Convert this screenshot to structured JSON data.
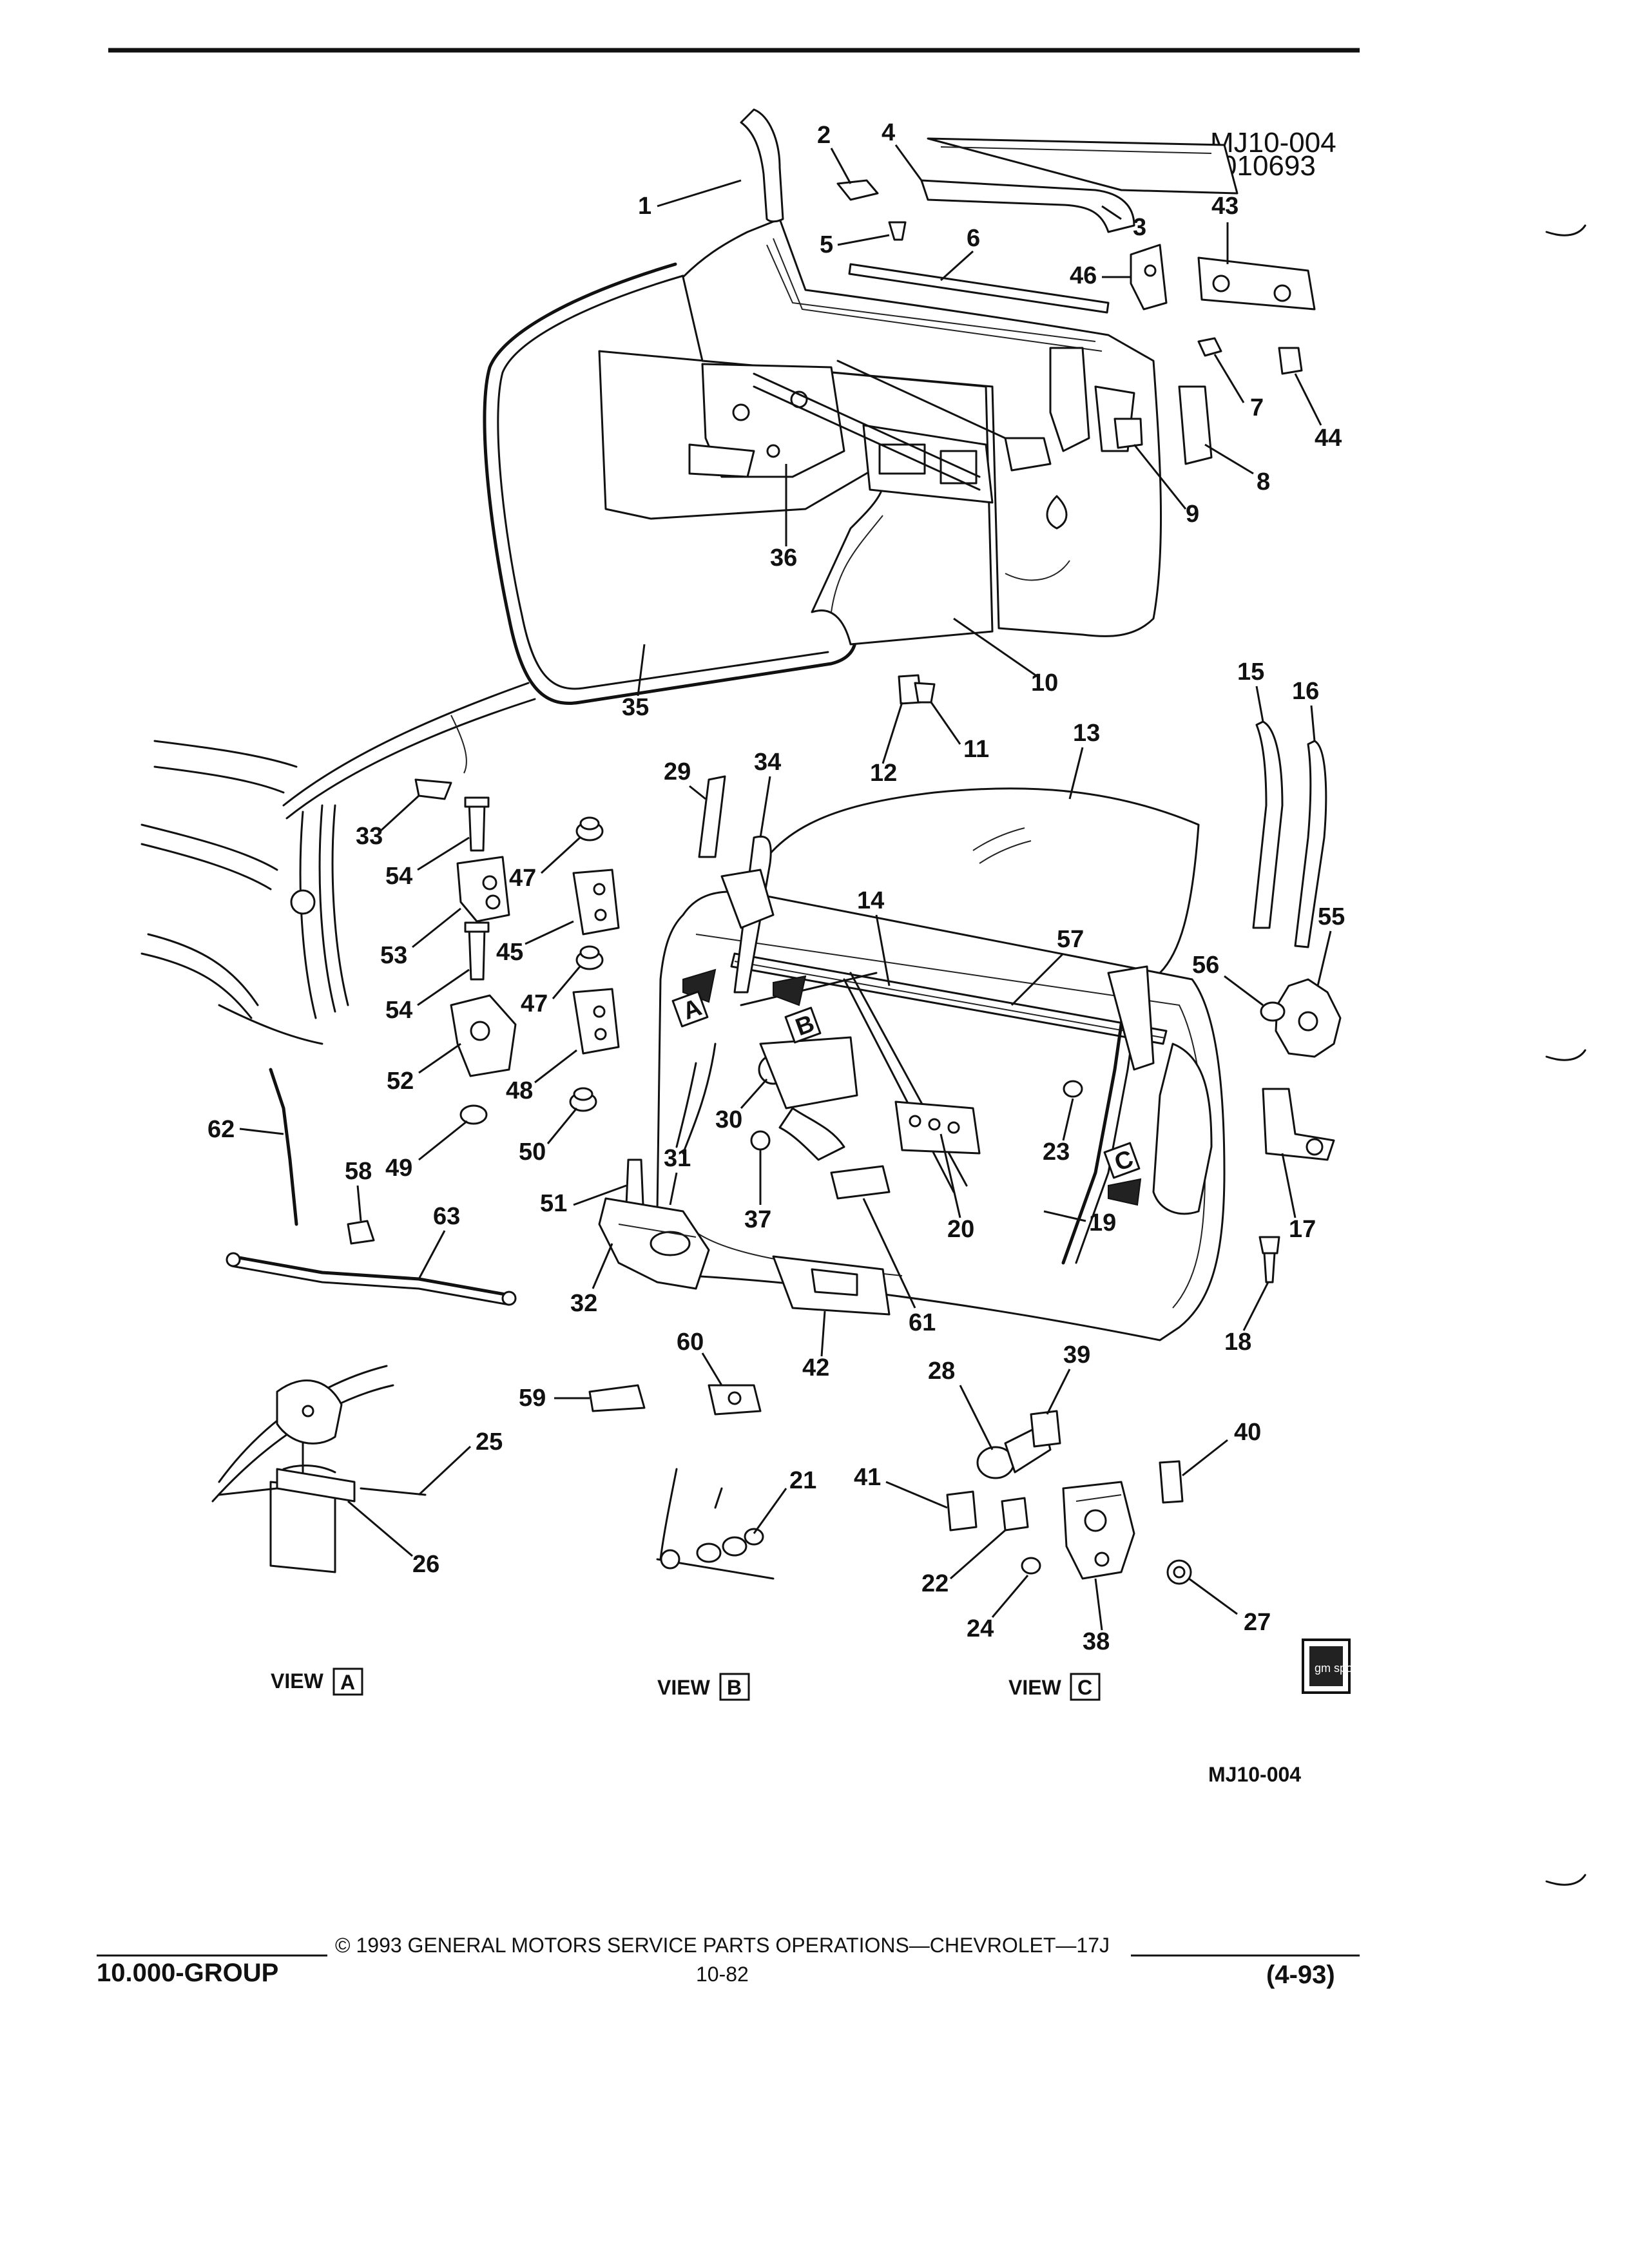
{
  "diagram_id": "MJ10-004",
  "diagram_date": "010693",
  "bottom_id": "MJ10-004",
  "views": [
    {
      "letter": "A",
      "label": "VIEW"
    },
    {
      "letter": "B",
      "label": "VIEW"
    },
    {
      "letter": "C",
      "label": "VIEW"
    }
  ],
  "footer": {
    "group": "10.000-GROUP",
    "copyright": "© 1993 GENERAL MOTORS SERVICE PARTS OPERATIONS—CHEVROLET—17J",
    "page": "10-82",
    "date": "(4-93)"
  },
  "logo_text": "gm spo",
  "callouts": [
    "1",
    "2",
    "3",
    "4",
    "5",
    "6",
    "7",
    "8",
    "9",
    "10",
    "11",
    "12",
    "13",
    "14",
    "15",
    "16",
    "17",
    "18",
    "19",
    "20",
    "21",
    "22",
    "23",
    "24",
    "25",
    "26",
    "27",
    "28",
    "29",
    "30",
    "31",
    "32",
    "33",
    "34",
    "35",
    "36",
    "37",
    "38",
    "39",
    "40",
    "41",
    "42",
    "43",
    "44",
    "45",
    "46",
    "47",
    "47",
    "48",
    "49",
    "50",
    "51",
    "52",
    "53",
    "54",
    "54",
    "55",
    "56",
    "57",
    "58",
    "59",
    "60",
    "61",
    "62",
    "63"
  ]
}
